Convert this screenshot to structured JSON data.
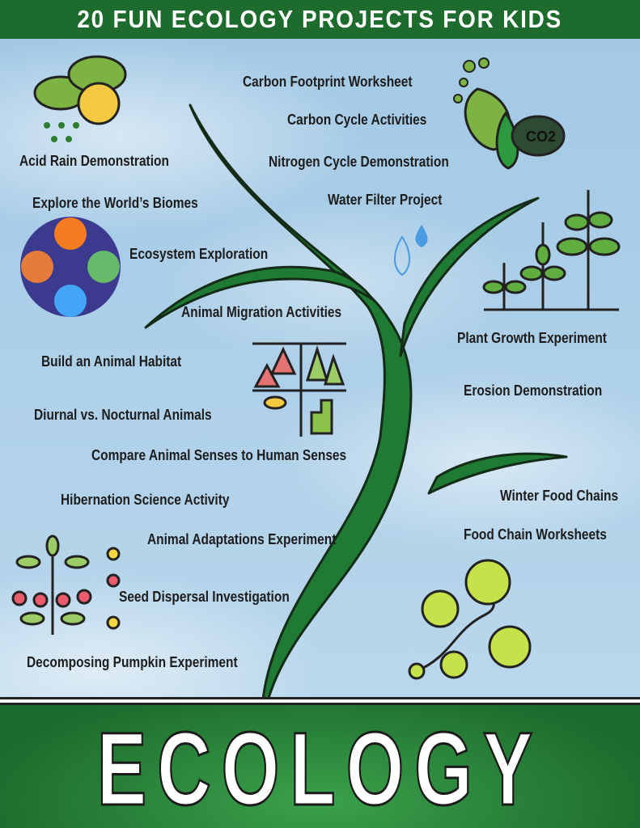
{
  "header": {
    "title": "20 FUN ECOLOGY PROJECTS FOR KIDS"
  },
  "footer": {
    "title": "ECOLOGY"
  },
  "projects": [
    "Carbon Footprint Worksheet",
    "Carbon Cycle Activities",
    "Nitrogen Cycle Demonstration",
    "Water Filter Project",
    "Acid Rain Demonstration",
    "Explore the World’s Biomes",
    "Ecosystem Exploration",
    "Animal Migration Activities",
    "Build an Animal Habitat",
    "Diurnal vs. Nocturnal Animals",
    "Compare Animal Senses to Human Senses",
    "Hibernation Science Activity",
    "Animal Adaptations Experiment",
    "Seed Dispersal Investigation",
    "Decomposing Pumpkin Experiment",
    "Plant Growth Experiment",
    "Erosion Demonstration",
    "Winter Food Chains",
    "Food Chain Worksheets"
  ],
  "icons": {
    "co2_label": "CO2"
  },
  "colors": {
    "tree": "#1f7a33",
    "header": "#1e6b2e",
    "sky": "#a9cde6"
  }
}
